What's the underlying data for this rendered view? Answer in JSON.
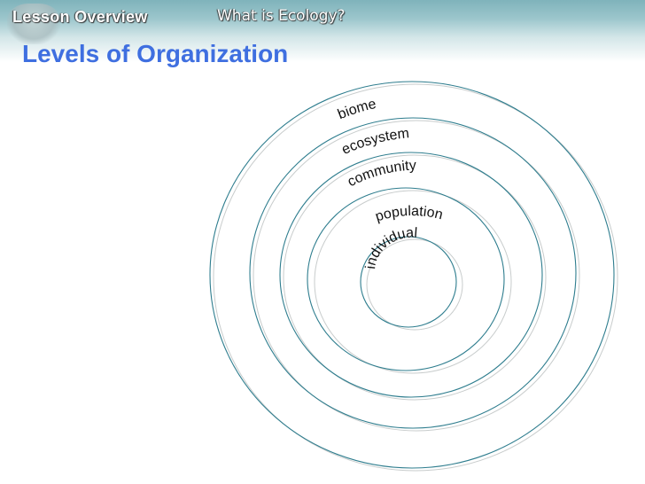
{
  "header": {
    "lesson_label": "Lesson Overview",
    "topic": "What is Ecology?"
  },
  "slide": {
    "title": "Levels of Organization"
  },
  "diagram": {
    "type": "concentric-circles",
    "ring_color": "#2e7d8e",
    "levels": [
      {
        "label": "biome"
      },
      {
        "label": "ecosystem"
      },
      {
        "label": "community"
      },
      {
        "label": "population"
      },
      {
        "label": "individual"
      }
    ]
  }
}
